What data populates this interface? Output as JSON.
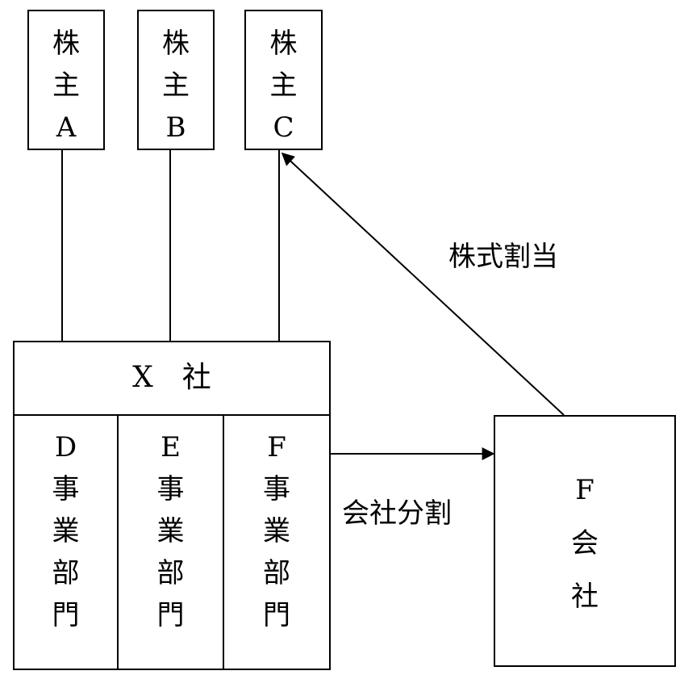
{
  "shareholders": [
    {
      "chars": [
        "株",
        "主",
        "A"
      ]
    },
    {
      "chars": [
        "株",
        "主",
        "B"
      ]
    },
    {
      "chars": [
        "株",
        "主",
        "C"
      ]
    }
  ],
  "company_x": {
    "title": "X　社",
    "divisions": [
      {
        "chars": [
          "D",
          "事",
          "業",
          "部",
          "門"
        ]
      },
      {
        "chars": [
          "E",
          "事",
          "業",
          "部",
          "門"
        ]
      },
      {
        "chars": [
          "F",
          "事",
          "業",
          "部",
          "門"
        ]
      }
    ]
  },
  "company_f": {
    "chars": [
      "F",
      "会",
      "社"
    ]
  },
  "edges": {
    "stock_allotment_label": "株式割当",
    "company_split_label": "会社分割"
  }
}
